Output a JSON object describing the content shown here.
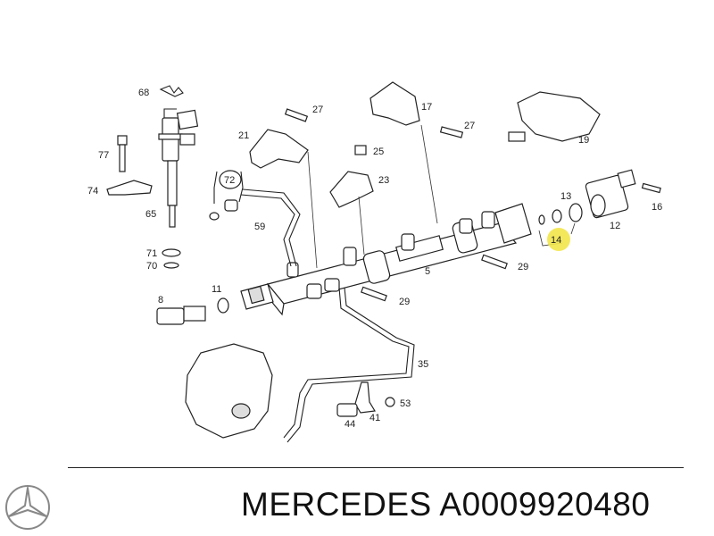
{
  "labels": {
    "p68": "68",
    "p77": "77",
    "p74": "74",
    "p65": "65",
    "p71": "71",
    "p70": "70",
    "p72": "72",
    "p59": "59",
    "p21": "21",
    "p27a": "27",
    "p25": "25",
    "p23": "23",
    "p17": "17",
    "p27b": "27",
    "p19": "19",
    "p13": "13",
    "p14": "14",
    "p12": "12",
    "p16": "16",
    "p5": "5",
    "p29a": "29",
    "p29b": "29",
    "p8": "8",
    "p11": "11",
    "p35": "35",
    "p53": "53",
    "p44": "44",
    "p41": "41"
  },
  "highlight": {
    "part": "14",
    "color": "#f2e64a"
  },
  "footer": {
    "title": "MERCEDES A0009920480"
  },
  "icons": {
    "brand": "mercedes-star-icon"
  }
}
